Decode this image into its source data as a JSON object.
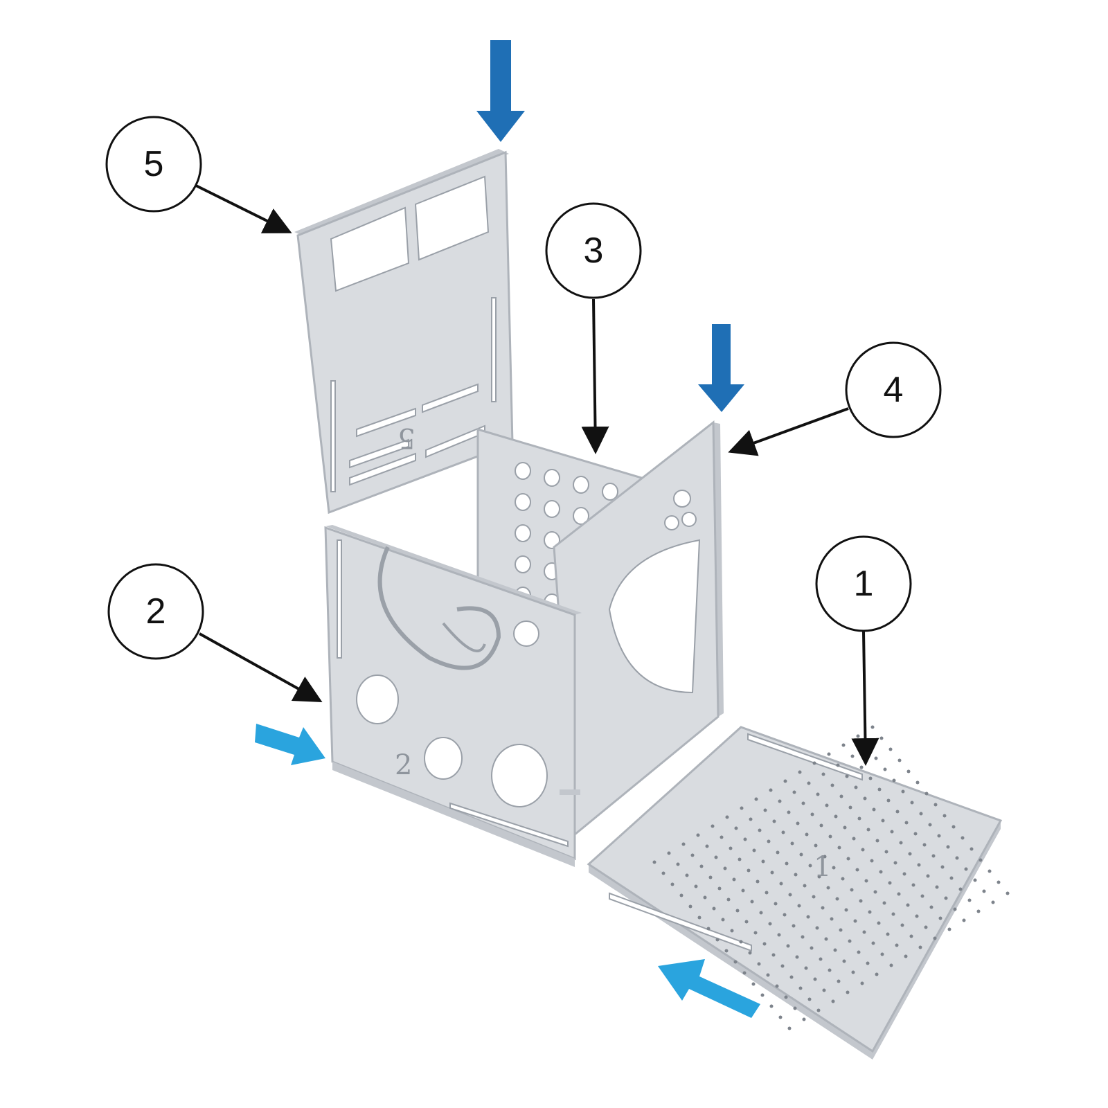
{
  "callouts": [
    {
      "id": "1",
      "label": "1"
    },
    {
      "id": "2",
      "label": "2"
    },
    {
      "id": "3",
      "label": "3"
    },
    {
      "id": "4",
      "label": "4"
    },
    {
      "id": "5",
      "label": "5"
    }
  ],
  "engravings": {
    "panel_2": "2",
    "panel_5": "5",
    "panel_1": "1"
  },
  "colors": {
    "arrow_dark": "#1f6fb5",
    "arrow_light": "#2aa4de",
    "panel": "#d9dce0"
  }
}
